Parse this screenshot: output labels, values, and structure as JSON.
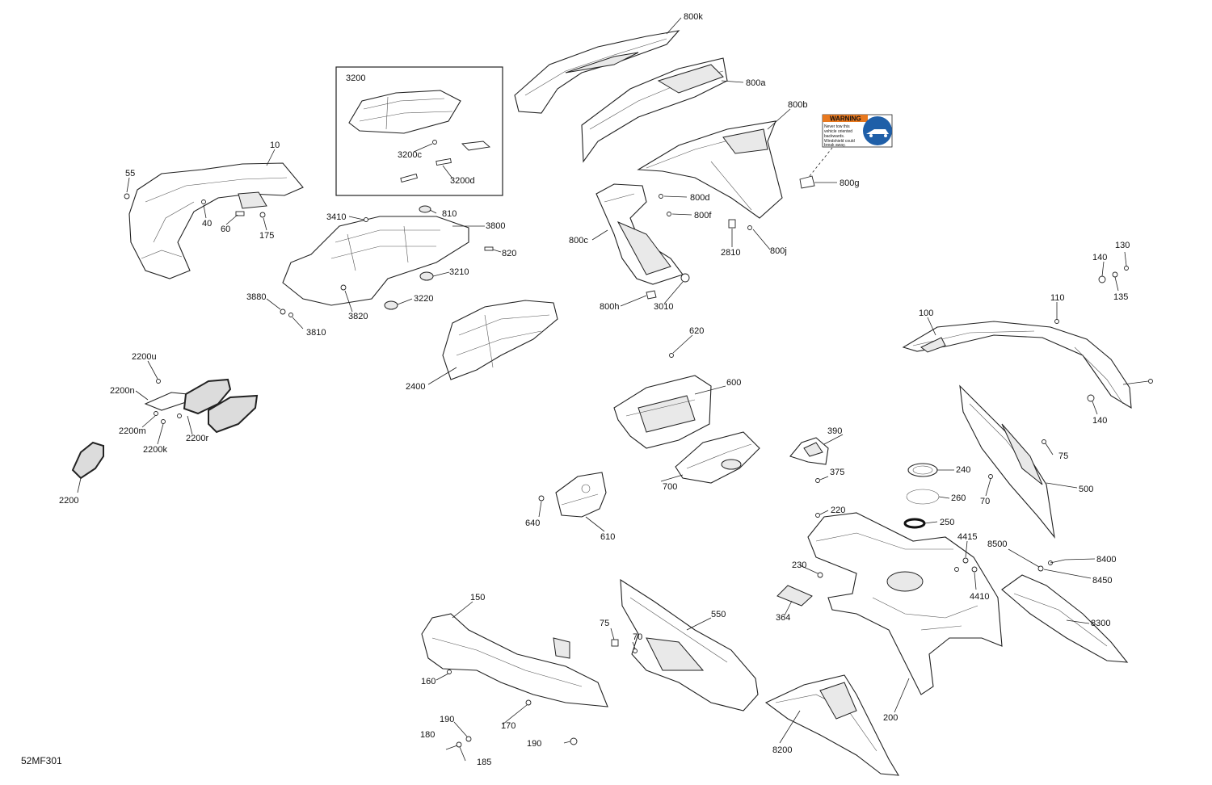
{
  "diagram_id": "52MF301",
  "labels": {
    "l10": "10",
    "l55": "55",
    "l40": "40",
    "l60": "60",
    "l175": "175",
    "l3200": "3200",
    "l3200c": "3200c",
    "l3200d": "3200d",
    "l3410": "3410",
    "l810": "810",
    "l3800": "3800",
    "l820": "820",
    "l3210": "3210",
    "l3880": "3880",
    "l3820": "3820",
    "l3220": "3220",
    "l3810": "3810",
    "l2400": "2400",
    "l800k": "800k",
    "l800a": "800a",
    "l800b": "800b",
    "l800d": "800d",
    "l800f": "800f",
    "l800c": "800c",
    "l2810": "2810",
    "l800j": "800j",
    "l800h": "800h",
    "l3010": "3010",
    "l800g": "800g",
    "l130": "130",
    "l140a": "140",
    "l135": "135",
    "l110": "110",
    "l100": "100",
    "l140b": "140",
    "l620": "620",
    "l600": "600",
    "l700": "700",
    "l390": "390",
    "l375": "375",
    "l640": "640",
    "l610": "610",
    "l2200u": "2200u",
    "l2200n": "2200n",
    "l2200m": "2200m",
    "l2200k": "2200k",
    "l2200r": "2200r",
    "l2200": "2200",
    "l240": "240",
    "l260": "260",
    "l250": "250",
    "l220": "220",
    "l75a": "75",
    "l70a": "70",
    "l500": "500",
    "l4415": "4415",
    "l4410": "4410",
    "l8500": "8500",
    "l8400": "8400",
    "l8450": "8450",
    "l230": "230",
    "l364": "364",
    "l8300": "8300",
    "l150": "150",
    "l160": "160",
    "l170": "170",
    "l190a": "190",
    "l180": "180",
    "l185": "185",
    "l190b": "190",
    "l75b": "75",
    "l70b": "70",
    "l550": "550",
    "l200": "200",
    "l8200": "8200"
  },
  "warning_label": {
    "heading": "WARNING",
    "lines": [
      "Never tow this",
      "vehicle oriented",
      "backwards.",
      "Windshield could",
      "break away."
    ]
  },
  "colors": {
    "line": "#222222",
    "warning_orange": "#e8781e",
    "warning_blue": "#1f5fa8"
  }
}
